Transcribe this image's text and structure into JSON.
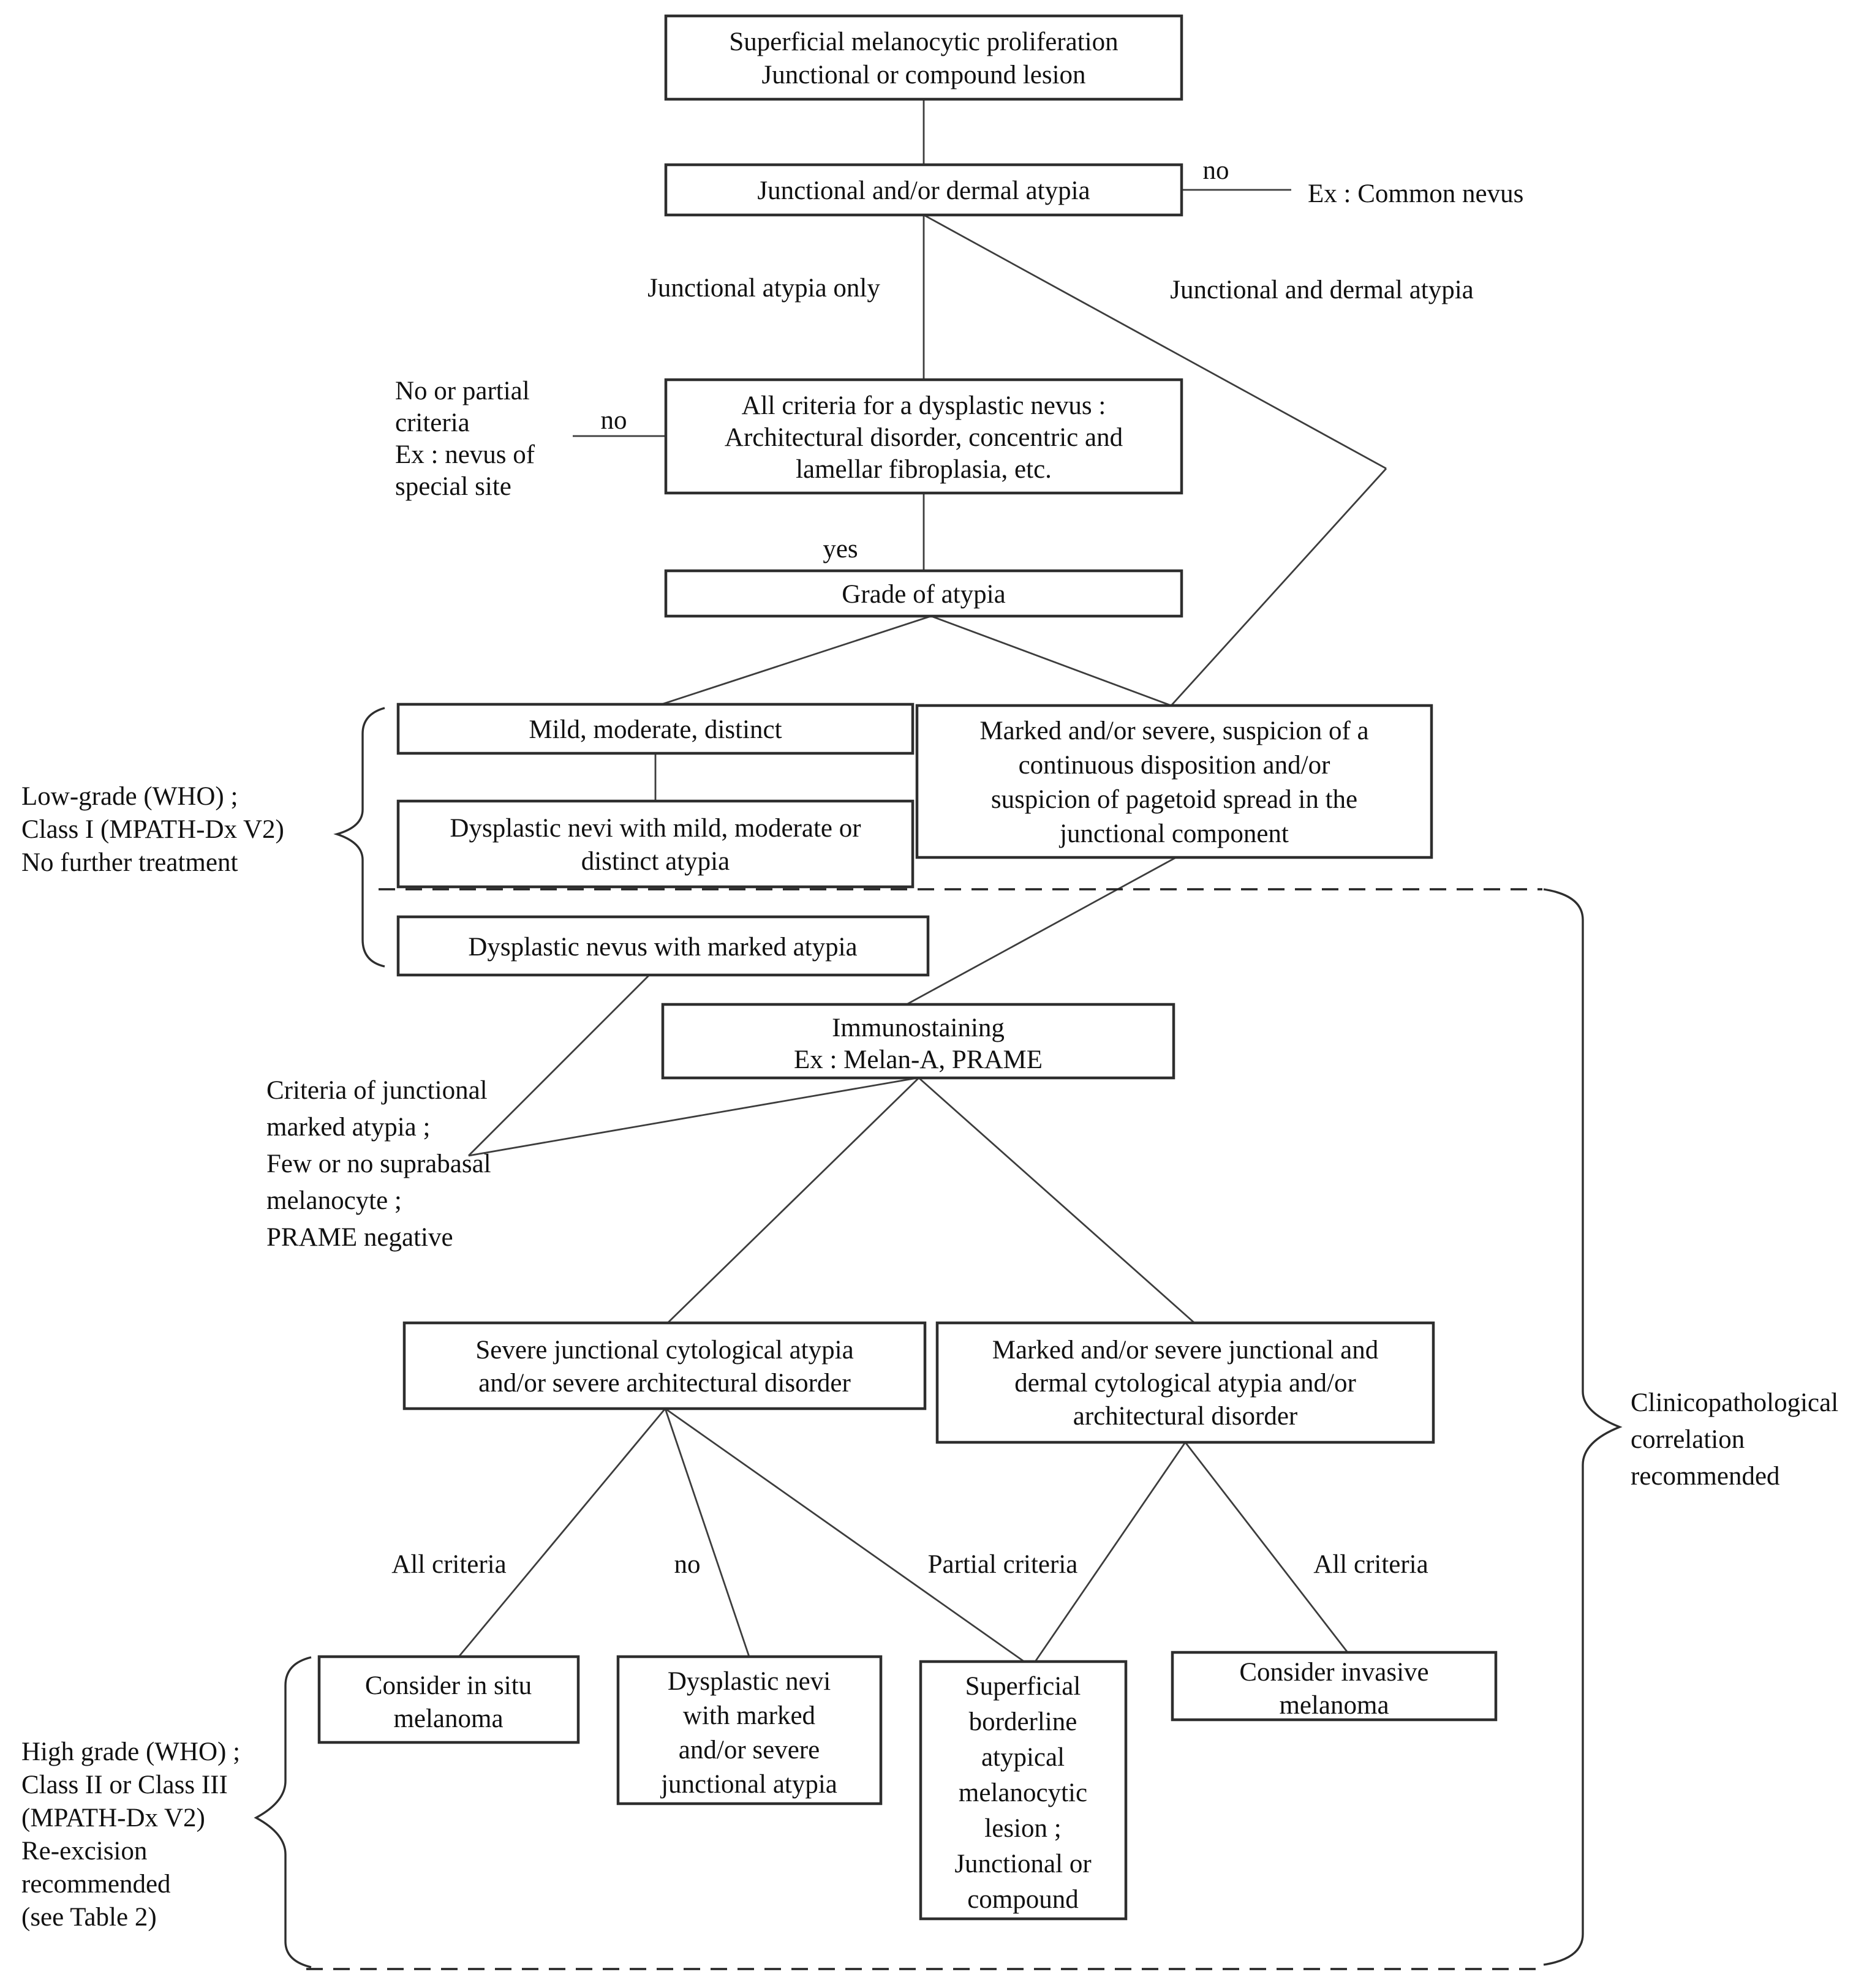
{
  "figure": {
    "background_color": "#ffffff",
    "line_color": "#3d3d3d",
    "text_color": "#111111",
    "boxes": {
      "proliferation": {
        "lines": [
          "Superficial melanocytic proliferation",
          "Junctional or compound lesion"
        ]
      },
      "atypia": {
        "lines": [
          "Junctional and/or dermal atypia"
        ]
      },
      "dysplastic_criteria": {
        "lines": [
          "All criteria for a dysplastic nevus :",
          "Architectural disorder, concentric and",
          "lamellar fibroplasia, etc."
        ]
      },
      "grade": {
        "lines": [
          "Grade of atypia"
        ]
      },
      "mild": {
        "lines": [
          "Mild, moderate, distinct"
        ]
      },
      "marked_suspicion": {
        "lines": [
          "Marked and/or severe, suspicion of a",
          "continuous disposition and/or",
          "suspicion of pagetoid spread in the",
          "junctional component"
        ]
      },
      "dysplastic_mild": {
        "lines": [
          "Dysplastic nevi with mild, moderate or",
          "distinct atypia"
        ]
      },
      "dysplastic_marked": {
        "lines": [
          "Dysplastic nevus with marked atypia"
        ]
      },
      "immunostaining": {
        "lines": [
          "Immunostaining",
          "Ex : Melan-A, PRAME"
        ]
      },
      "severe_junctional": {
        "lines": [
          "Severe junctional cytological atypia",
          "and/or severe architectural disorder"
        ]
      },
      "marked_junctional_dermal": {
        "lines": [
          "Marked and/or severe junctional and",
          "dermal cytological atypia and/or",
          "architectural disorder"
        ]
      },
      "in_situ": {
        "lines": [
          "Consider in situ",
          "melanoma"
        ]
      },
      "dysplastic_marked_severe": {
        "lines": [
          "Dysplastic nevi",
          "with marked",
          "and/or severe",
          "junctional atypia"
        ]
      },
      "superficial_borderline": {
        "lines": [
          "Superficial",
          "borderline",
          "atypical",
          "melanocytic",
          "lesion ;",
          "Junctional or",
          "compound"
        ]
      },
      "invasive": {
        "lines": [
          "Consider invasive",
          "melanoma"
        ]
      }
    },
    "edge_labels": {
      "no_common": "no",
      "ex_common_nevus": "Ex : Common nevus",
      "junctional_only": "Junctional atypia only",
      "junctional_and_dermal": "Junctional and dermal atypia",
      "no_criteria": "no",
      "yes": "yes",
      "all_criteria_left": "All criteria",
      "no_bottom": "no",
      "partial_criteria": "Partial criteria",
      "all_criteria_right": "All criteria"
    },
    "annotations": {
      "no_partial": {
        "lines": [
          "No or partial",
          "criteria",
          "Ex : nevus of",
          "special site"
        ]
      },
      "low_grade": {
        "lines": [
          "Low-grade (WHO) ;",
          "Class I (MPATH-Dx V2)",
          "No further treatment"
        ]
      },
      "criteria_junctional": {
        "lines": [
          "Criteria of junctional",
          "marked atypia ;",
          "Few or no suprabasal",
          "melanocyte ;",
          "PRAME negative"
        ]
      },
      "high_grade": {
        "lines": [
          "High grade (WHO) ;",
          "Class II or Class III",
          "(MPATH-Dx V2)",
          "Re-excision",
          "recommended",
          "(see Table 2)"
        ]
      },
      "clinicopathological": {
        "lines": [
          "Clinicopathological",
          "correlation",
          "recommended"
        ]
      }
    }
  }
}
